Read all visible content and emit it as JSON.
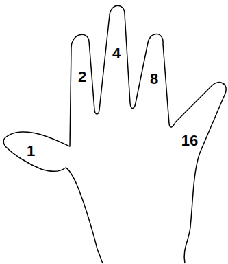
{
  "diagram": {
    "labels": [
      "1",
      "2",
      "4",
      "8",
      "16"
    ]
  }
}
